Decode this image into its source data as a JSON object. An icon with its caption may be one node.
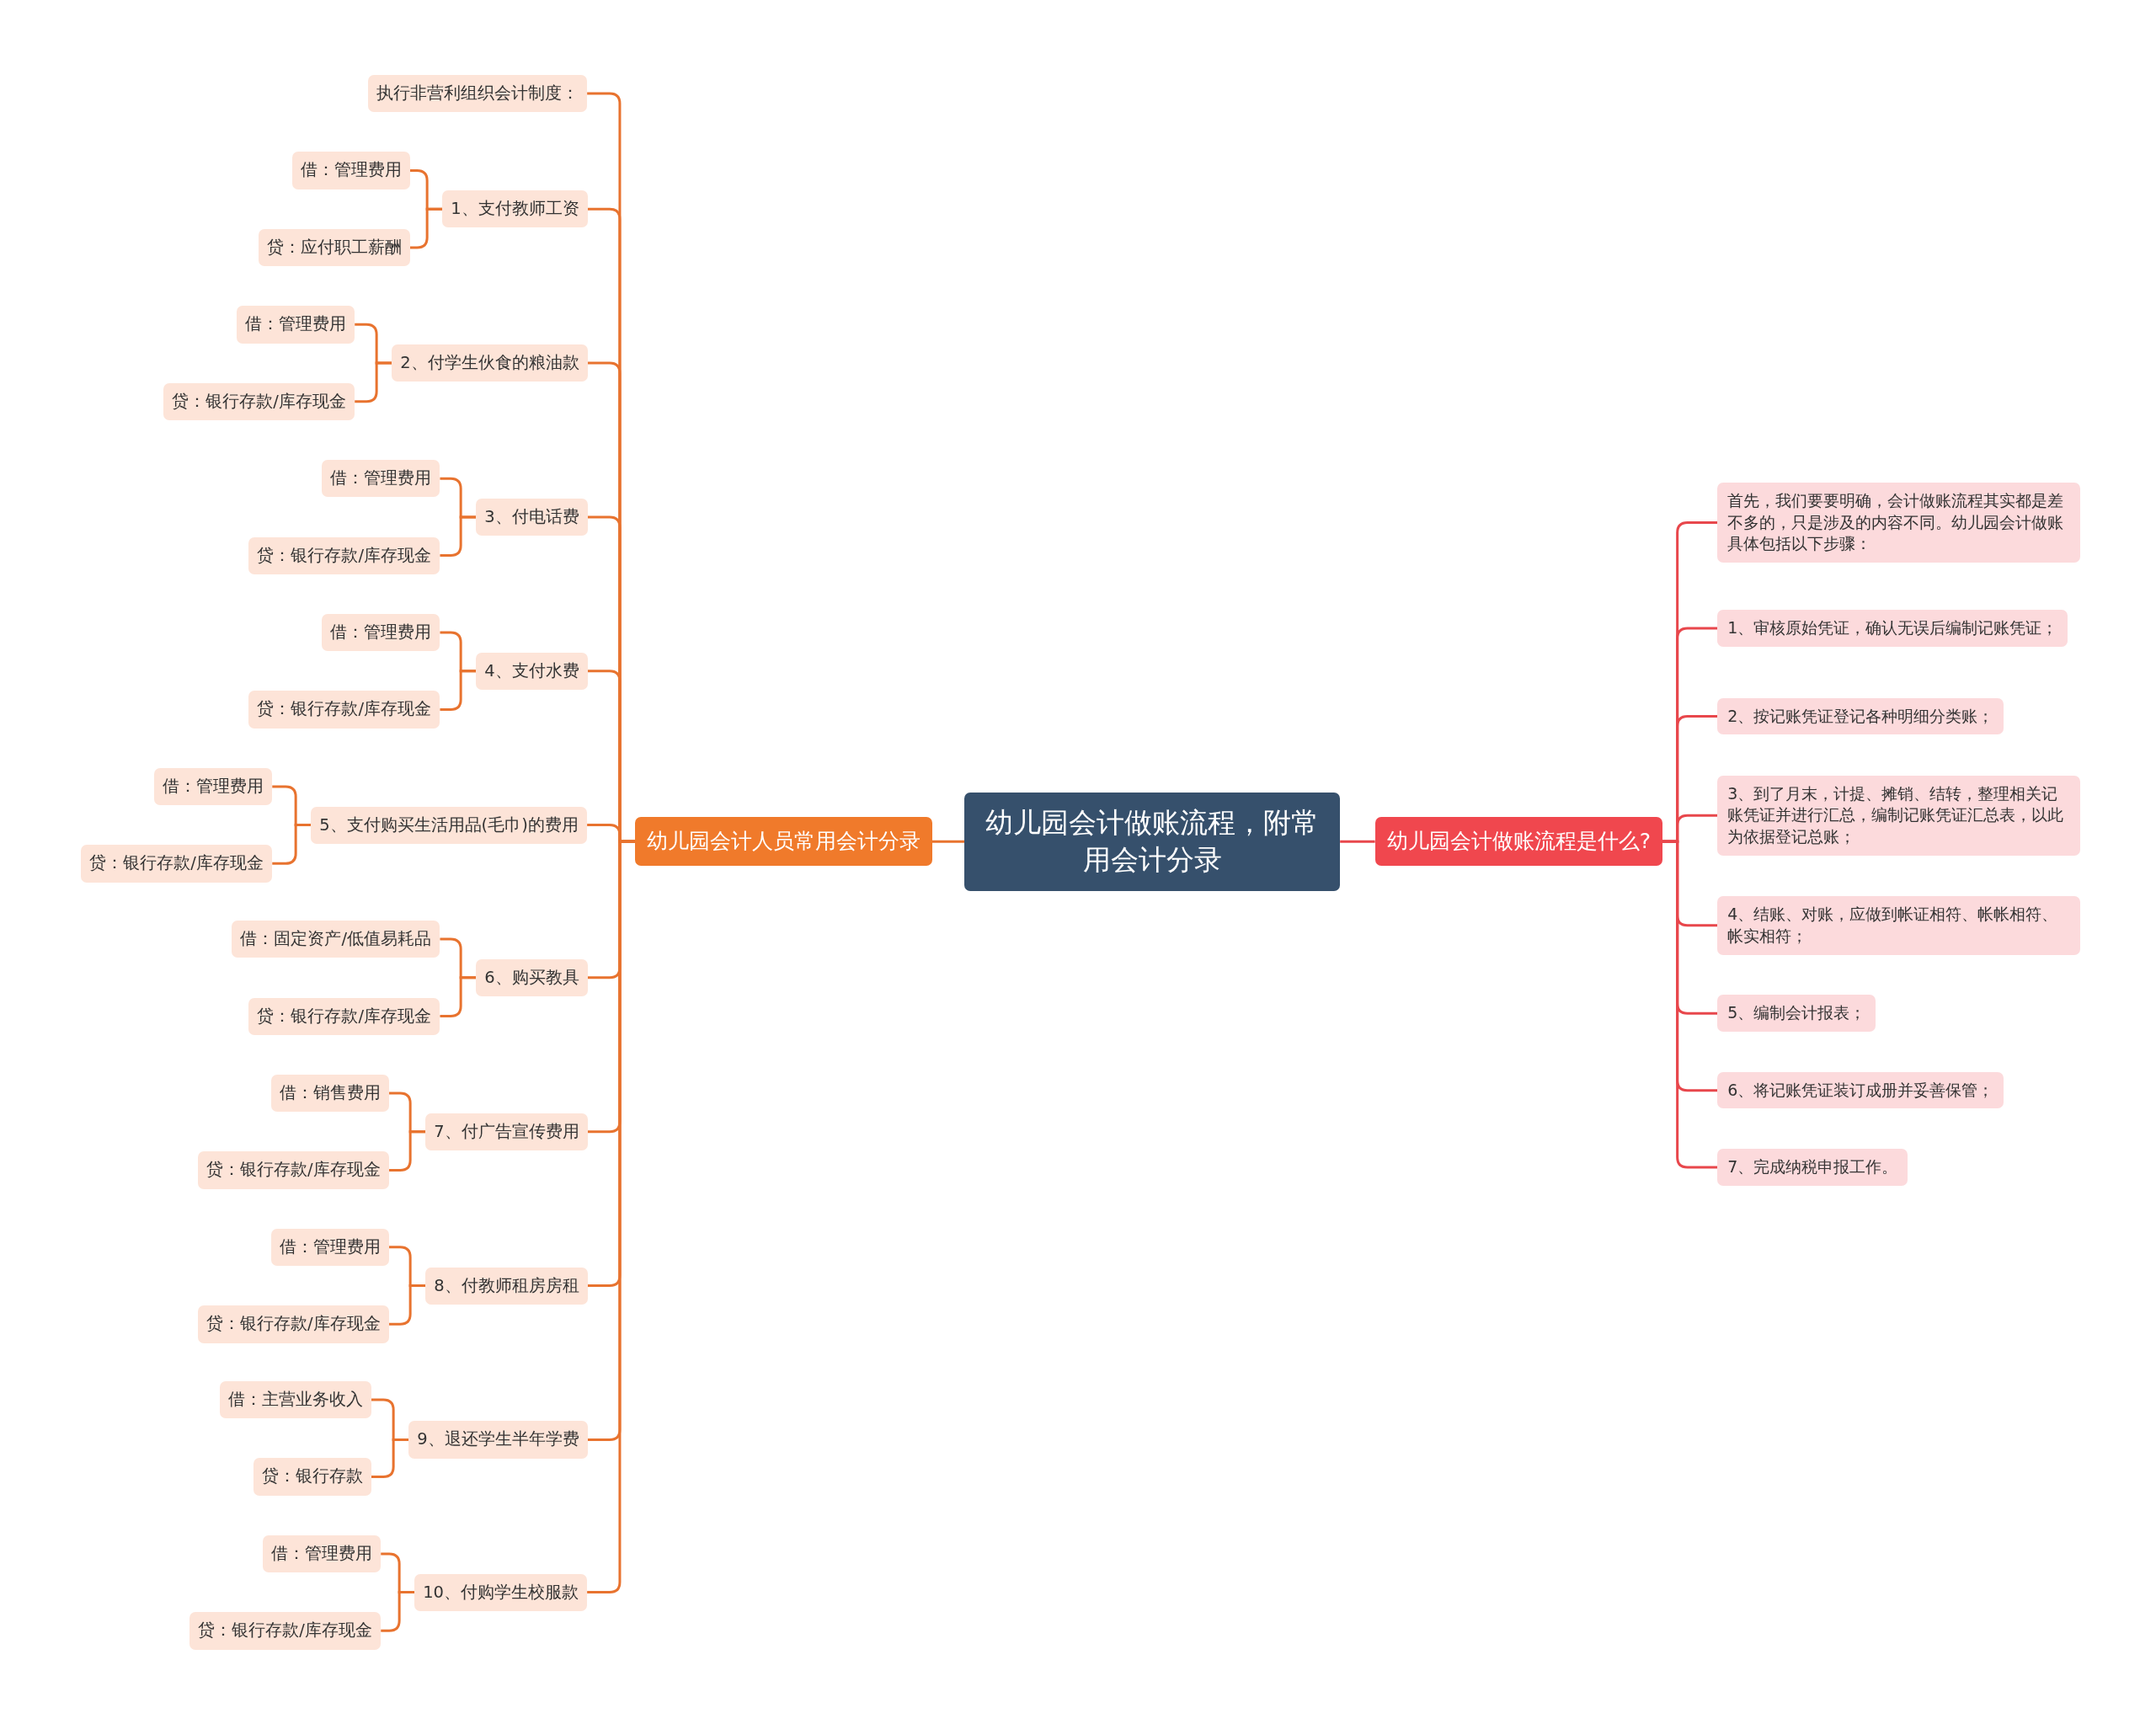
{
  "diagram": {
    "nodes": [
      {
        "text": [
          "幼儿园会计做账流程，附常用会计分录"
        ]
      },
      {
        "text": [
          "幼儿园会计人员常用会计分录"
        ]
      },
      {
        "text": [
          "执行非营利组织会计制度："
        ]
      },
      {
        "text": [
          "1、支付教师工资"
        ]
      },
      {
        "text": [
          "借：管理费用"
        ]
      },
      {
        "text": [
          "贷：应付职工薪酬"
        ]
      },
      {
        "text": [
          "2、付学生伙食的粮油款"
        ]
      },
      {
        "text": [
          "借：管理费用"
        ]
      },
      {
        "text": [
          "贷：银行存款/库存现金"
        ]
      },
      {
        "text": [
          "3、付电话费"
        ]
      },
      {
        "text": [
          "借：管理费用"
        ]
      },
      {
        "text": [
          "贷：银行存款/库存现金"
        ]
      },
      {
        "text": [
          "4、支付水费"
        ]
      },
      {
        "text": [
          "借：管理费用"
        ]
      },
      {
        "text": [
          "贷：银行存款/库存现金"
        ]
      },
      {
        "text": [
          "5、支付购买生活用品(毛巾)的费用"
        ]
      },
      {
        "text": [
          "借：管理费用"
        ]
      },
      {
        "text": [
          "贷：银行存款/库存现金"
        ]
      },
      {
        "text": [
          "6、购买教具"
        ]
      },
      {
        "text": [
          "借：固定资产/低值易耗品"
        ]
      },
      {
        "text": [
          "贷：银行存款/库存现金"
        ]
      },
      {
        "text": [
          "7、付广告宣传费用"
        ]
      },
      {
        "text": [
          "借：销售费用"
        ]
      },
      {
        "text": [
          "贷：银行存款/库存现金"
        ]
      },
      {
        "text": [
          "8、付教师租房房租"
        ]
      },
      {
        "text": [
          "借：管理费用"
        ]
      },
      {
        "text": [
          "贷：银行存款/库存现金"
        ]
      },
      {
        "text": [
          "9、退还学生半年学费"
        ]
      },
      {
        "text": [
          "借：主营业务收入"
        ]
      },
      {
        "text": [
          "贷：银行存款"
        ]
      },
      {
        "text": [
          "10、付购学生校服款"
        ]
      },
      {
        "text": [
          "借：管理费用"
        ]
      },
      {
        "text": [
          "贷：银行存款/库存现金"
        ]
      },
      {
        "text": [
          "幼儿园会计做账流程是什么?"
        ]
      },
      {
        "text": [
          "首先，我们要要明确，会计做账流程其实都是差不多的，只是涉及的内容不同。幼儿园会计做账具体包括以下步骤："
        ]
      },
      {
        "text": [
          "1、审核原始凭证，确认无误后编制记账凭证；"
        ]
      },
      {
        "text": [
          "2、按记账凭证登记各种明细分类账；"
        ]
      },
      {
        "text": [
          "3、到了月末，计提、摊销、结转，整理相关记账凭证并进行汇总，编制记账凭证汇总表，以此为依据登记总账；"
        ]
      },
      {
        "text": [
          "4、结账、对账，应做到帐证相符、帐帐相符、帐实相符；"
        ]
      },
      {
        "text": [
          "5、编制会计报表；"
        ]
      },
      {
        "text": [
          "6、将记账凭证装订成册并妥善保管；"
        ]
      },
      {
        "text": [
          "7、完成纳税申报工作。"
        ]
      }
    ],
    "edges": [
      {
        "from": 0,
        "to": 1,
        "arrow": "none"
      },
      {
        "from": 1,
        "to": 2,
        "arrow": "none"
      },
      {
        "from": 1,
        "to": 3,
        "arrow": "none"
      },
      {
        "from": 3,
        "to": 4,
        "arrow": "none"
      },
      {
        "from": 3,
        "to": 5,
        "arrow": "none"
      },
      {
        "from": 1,
        "to": 6,
        "arrow": "none"
      },
      {
        "from": 6,
        "to": 7,
        "arrow": "none"
      },
      {
        "from": 6,
        "to": 8,
        "arrow": "none"
      },
      {
        "from": 1,
        "to": 9,
        "arrow": "none"
      },
      {
        "from": 9,
        "to": 10,
        "arrow": "none"
      },
      {
        "from": 9,
        "to": 11,
        "arrow": "none"
      },
      {
        "from": 1,
        "to": 12,
        "arrow": "none"
      },
      {
        "from": 12,
        "to": 13,
        "arrow": "none"
      },
      {
        "from": 12,
        "to": 14,
        "arrow": "none"
      },
      {
        "from": 1,
        "to": 15,
        "arrow": "none"
      },
      {
        "from": 15,
        "to": 16,
        "arrow": "none"
      },
      {
        "from": 15,
        "to": 17,
        "arrow": "none"
      },
      {
        "from": 1,
        "to": 18,
        "arrow": "none"
      },
      {
        "from": 18,
        "to": 19,
        "arrow": "none"
      },
      {
        "from": 18,
        "to": 20,
        "arrow": "none"
      },
      {
        "from": 1,
        "to": 21,
        "arrow": "none"
      },
      {
        "from": 21,
        "to": 22,
        "arrow": "none"
      },
      {
        "from": 21,
        "to": 23,
        "arrow": "none"
      },
      {
        "from": 1,
        "to": 24,
        "arrow": "none"
      },
      {
        "from": 24,
        "to": 25,
        "arrow": "none"
      },
      {
        "from": 24,
        "to": 26,
        "arrow": "none"
      },
      {
        "from": 1,
        "to": 27,
        "arrow": "none"
      },
      {
        "from": 27,
        "to": 28,
        "arrow": "none"
      },
      {
        "from": 27,
        "to": 29,
        "arrow": "none"
      },
      {
        "from": 1,
        "to": 30,
        "arrow": "none"
      },
      {
        "from": 30,
        "to": 31,
        "arrow": "none"
      },
      {
        "from": 30,
        "to": 32,
        "arrow": "none"
      },
      {
        "from": 0,
        "to": 33,
        "arrow": "none",
        "color": "#e8474c"
      },
      {
        "from": 33,
        "to": 34,
        "arrow": "none",
        "color": "#e8474c"
      },
      {
        "from": 33,
        "to": 35,
        "arrow": "none",
        "color": "#e8474c"
      },
      {
        "from": 33,
        "to": 36,
        "arrow": "none",
        "color": "#e8474c"
      },
      {
        "from": 33,
        "to": 37,
        "arrow": "none",
        "color": "#e8474c"
      },
      {
        "from": 33,
        "to": 38,
        "arrow": "none",
        "color": "#e8474c"
      },
      {
        "from": 33,
        "to": 39,
        "arrow": "none",
        "color": "#e8474c"
      },
      {
        "from": 33,
        "to": 40,
        "arrow": "none",
        "color": "#e8474c"
      },
      {
        "from": 33,
        "to": 41,
        "arrow": "none",
        "color": "#e8474c"
      }
    ]
  }
}
